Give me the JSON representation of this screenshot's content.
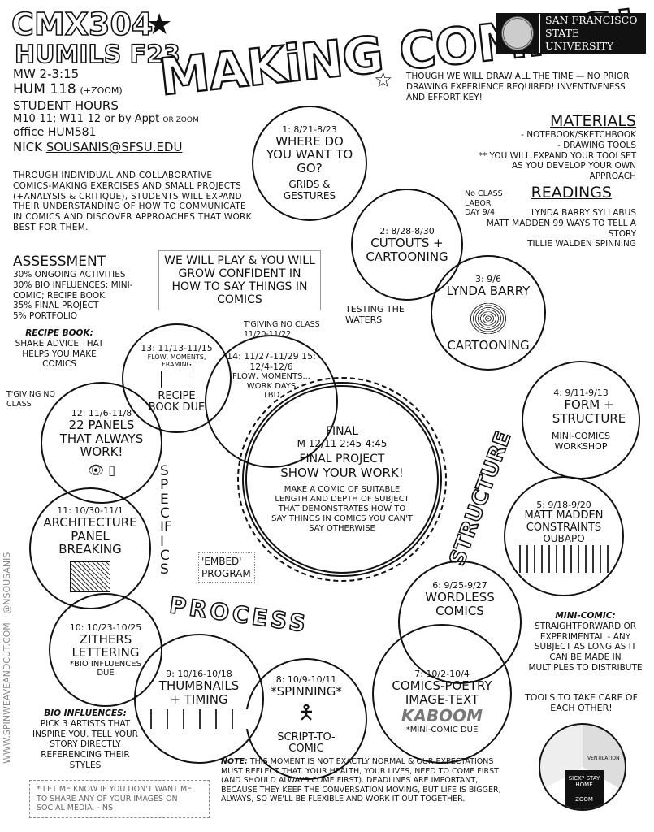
{
  "header": {
    "course_code": "CMX304",
    "course_sub": "HUMILS F23",
    "title": "MAKiNG COMiCS!",
    "logo": {
      "line1": "SAN FRANCISCO",
      "line2": "STATE UNIVERSITY"
    }
  },
  "info": {
    "schedule": "MW 2-3:15",
    "room": "HUM 118",
    "room_note": "(+ZOOM)",
    "hours_label": "STUDENT HOURS",
    "hours": "M10-11; W11-12 or by Appt",
    "hours_alt": "OR ZOOM",
    "office": "office HUM581",
    "instructor": "NICK",
    "email": "SOUSANIS@SFSU.EDU",
    "description": "THROUGH INDIVIDUAL AND COLLABORATIVE COMICS-MAKING EXERCISES AND SMALL PROJECTS (+ANALYSIS & CRITIQUE), STUDENTS WILL EXPAND THEIR UNDERSTANDING OF HOW TO COMMUNICATE IN COMICS AND DISCOVER APPROACHES THAT WORK BEST FOR THEM."
  },
  "note_top": "THOUGH WE WILL DRAW ALL THE TIME — NO PRIOR DRAWING EXPERIENCE REQUIRED! INVENTIVENESS AND EFFORT KEY!",
  "materials": {
    "heading": "MATERIALS",
    "items": [
      "- NOTEBOOK/SKETCHBOOK",
      "- DRAWING TOOLS",
      "** YOU WILL EXPAND YOUR TOOLSET AS YOU DEVELOP YOUR OWN APPROACH"
    ]
  },
  "readings": {
    "heading": "READINGS",
    "items": [
      "LYNDA BARRY SYLLABUS",
      "MATT MADDEN 99 WAYS TO TELL A STORY",
      "TILLIE WALDEN SPINNING"
    ]
  },
  "assessment": {
    "heading": "ASSESSMENT",
    "items": [
      "30% ONGOING ACTIVITIES",
      "30% BIO INFLUENCES; MINI-COMIC; RECIPE BOOK",
      "35% FINAL PROJECT",
      "5% PORTFOLIO"
    ]
  },
  "recipe_note": {
    "label": "RECIPE BOOK:",
    "text": "SHARE ADVICE THAT HELPS YOU MAKE COMICS"
  },
  "play_box": "WE WILL PLAY & YOU WILL GROW CONFIDENT IN HOW TO SAY THINGS IN COMICS",
  "annotations": {
    "no_class_labor": "No CLASS LABOR DAY 9/4",
    "testing": "TESTING THE WATERS",
    "tgiving1": "T'GIVING NO CLASS 11/20-11/22",
    "tgiving2": "T'GIVING NO CLASS",
    "embed": "'EMBED' PROGRAM",
    "structure": "STRUCTURE",
    "specifics": "SPECIFICS",
    "process": "PROCESS",
    "website": "WWW.SPINWEAVEANDCUT.COM   @NSOUSANIS"
  },
  "weeks": [
    {
      "date": "1: 8/21-8/23",
      "title": "WHERE DO YOU WANT TO GO?",
      "sub": "GRIDS & GESTURES"
    },
    {
      "date": "2: 8/28-8/30",
      "title": "CUTOUTS + CARTOONING",
      "sub": ""
    },
    {
      "date": "3: 9/6",
      "title": "LYNDA BARRY",
      "sub": "CARTOONING"
    },
    {
      "date": "4: 9/11-9/13",
      "title": "FORM + STRUCTURE",
      "sub": "MINI-COMICS WORKSHOP"
    },
    {
      "date": "5: 9/18-9/20",
      "title": "MATT MADDEN CONSTRAINTS",
      "sub": "OUBAPO"
    },
    {
      "date": "6: 9/25-9/27",
      "title": "WORDLESS COMICS",
      "sub": ""
    },
    {
      "date": "7: 10/2-10/4",
      "title": "COMICS-POETRY IMAGE-TEXT",
      "sub": "KABOOM",
      "note": "*MINI-COMIC DUE"
    },
    {
      "date": "8: 10/9-10/11",
      "title": "*SPINNING*",
      "sub": "SCRIPT-TO-COMIC"
    },
    {
      "date": "9: 10/16-10/18",
      "title": "THUMBNAILS + TIMING",
      "sub": ""
    },
    {
      "date": "10: 10/23-10/25",
      "title": "ZITHERS LETTERING",
      "sub": "*BIO INFLUENCES DUE"
    },
    {
      "date": "11: 10/30-11/1",
      "title": "ARCHITECTURE PANEL BREAKING",
      "sub": ""
    },
    {
      "date": "12: 11/6-11/8",
      "title": "22 PANELS THAT ALWAYS WORK!",
      "sub": ""
    },
    {
      "date": "13: 11/13-11/15",
      "title": "FLOW, MOMENTS, FRAMING",
      "sub": "RECIPE BOOK DUE"
    },
    {
      "date": "14: 11/27-11/29  15: 12/4-12/6",
      "title": "FLOW, MOMENTS...",
      "sub": "WORK DAYS TBD"
    }
  ],
  "final": {
    "label": "FINAL",
    "time": "M 12/11 2:45-4:45",
    "title": "FINAL PROJECT",
    "title2": "SHOW YOUR WORK!",
    "text": "MAKE A COMIC OF SUITABLE LENGTH AND DEPTH OF SUBJECT THAT DEMONSTRATES HOW TO SAY THINGS IN COMICS YOU CAN'T SAY OTHERWISE"
  },
  "mini_comic": {
    "label": "MINI-COMIC:",
    "text": "STRAIGHTFORWARD OR EXPERIMENTAL - ANY SUBJECT AS LONG AS IT CAN BE MADE IN MULTIPLES TO DISTRIBUTE"
  },
  "bio": {
    "label": "BIO INFLUENCES:",
    "text": "PICK 3 ARTISTS THAT INSPIRE YOU. TELL YOUR STORY DIRECTLY REFERENCING THEIR STYLES"
  },
  "social": "* LET ME KNOW IF YOU DON'T WANT ME TO SHARE ANY OF YOUR IMAGES ON SOCIAL MEDIA. - NS",
  "note": {
    "label": "NOTE:",
    "text": "THIS MOMENT IS NOT EXACTLY NORMAL & OUR EXPECTATIONS MUST REFLECT THAT. YOUR HEALTH, YOUR LIVES, NEED TO COME FIRST (AND SHOULD ALWAYS COME FIRST). DEADLINES ARE IMPORTANT, BECAUSE THEY KEEP THE CONVERSATION MOVING, BUT LIFE IS BIGGER, ALWAYS, SO WE'LL BE FLEXIBLE AND WORK IT OUT TOGETHER."
  },
  "care": {
    "ring": "TOOLS TO TAKE CARE OF EACH OTHER!",
    "sick": "SICK? STAY HOME",
    "ventilation": "VENTILATION",
    "zoom": "ZOOM"
  }
}
